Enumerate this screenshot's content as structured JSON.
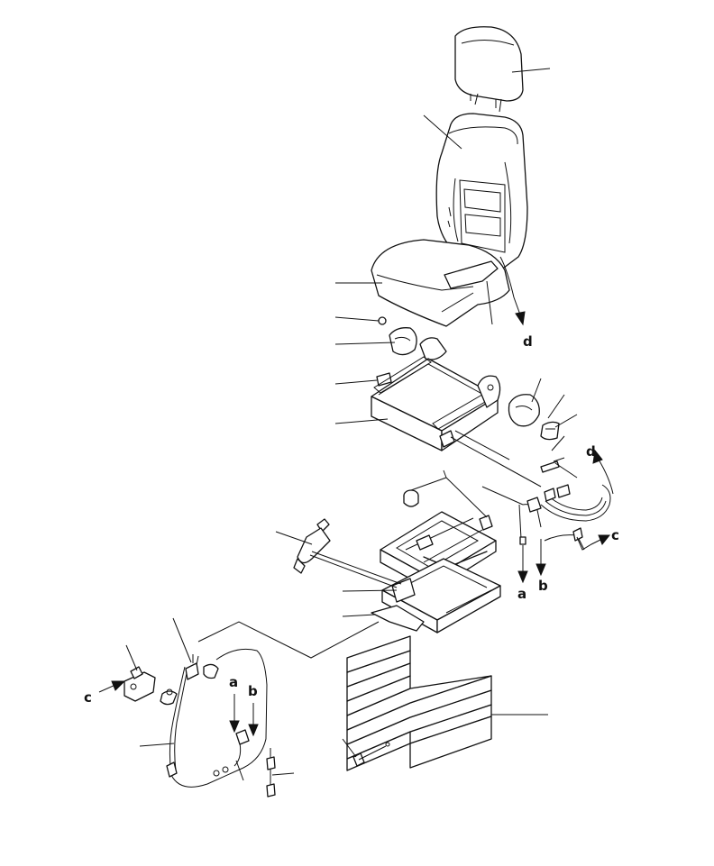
{
  "labels": {
    "a": "a",
    "b": "b",
    "c": "c",
    "d": "d"
  },
  "colors": {
    "line": "#111111",
    "background": "#ffffff"
  }
}
